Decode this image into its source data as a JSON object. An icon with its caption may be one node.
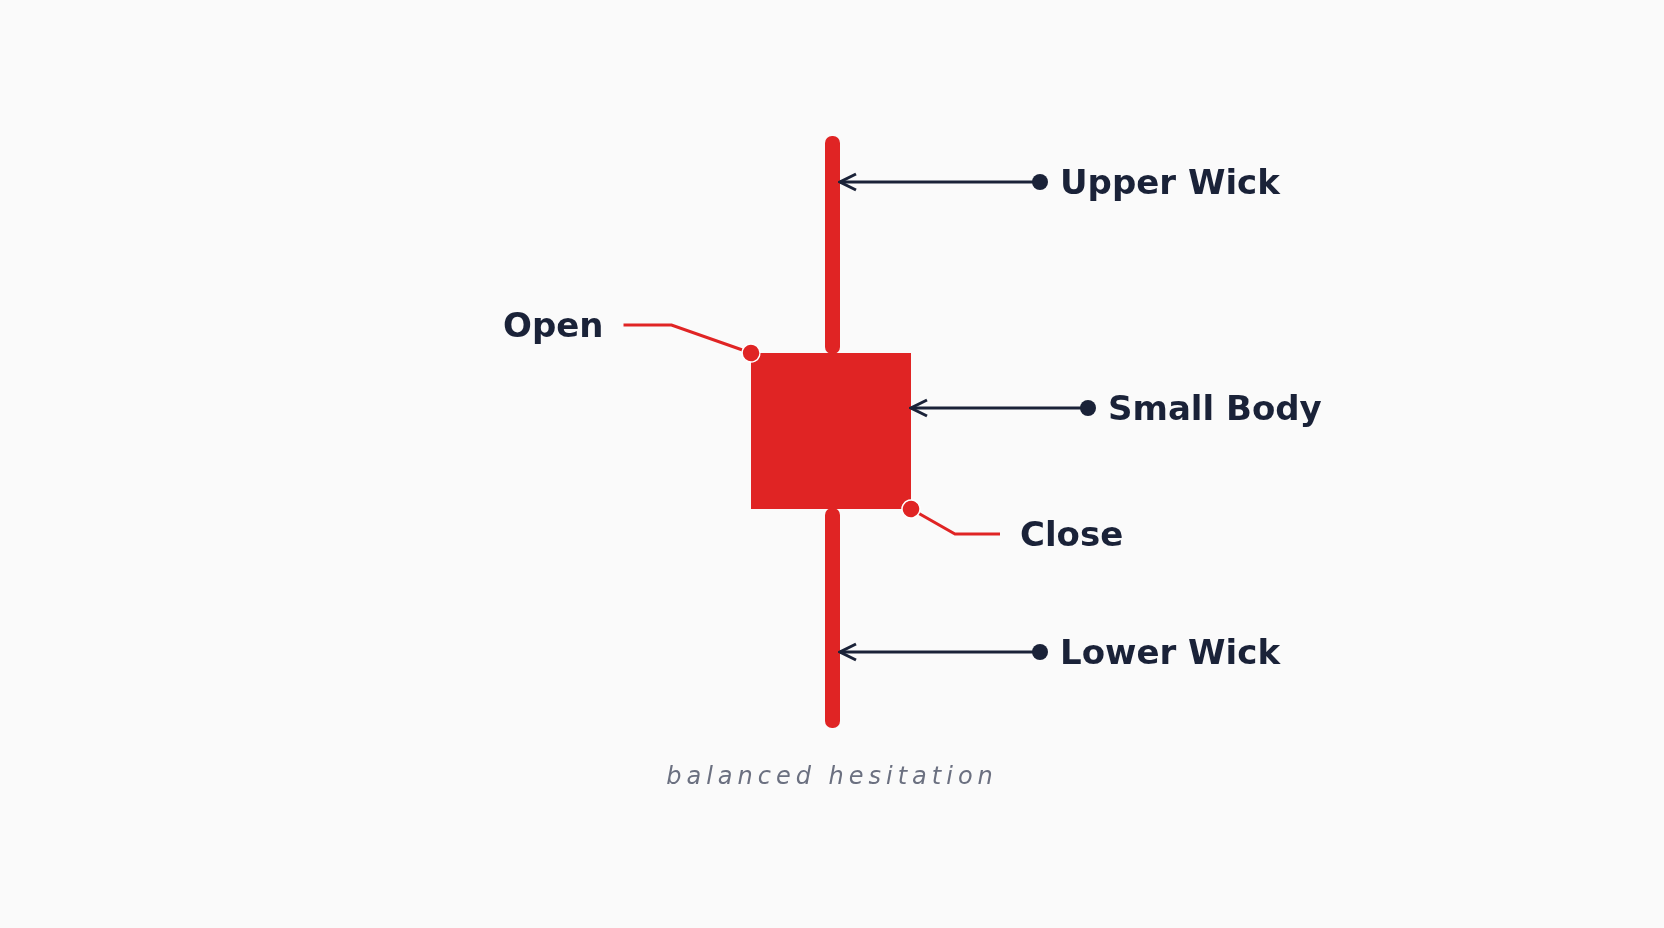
{
  "diagram": {
    "caption": "balanced hesitation",
    "nodes": [
      {
        "text": [
          "Upper Wick"
        ]
      },
      {
        "text": [],
        "shape": "bar"
      },
      {
        "text": [
          "Open"
        ]
      },
      {
        "text": [
          "Small Body"
        ]
      },
      {
        "text": [],
        "shape": "box"
      },
      {
        "text": [
          "Close"
        ]
      },
      {
        "text": [
          "Lower Wick"
        ]
      },
      {
        "text": [],
        "shape": "bar"
      }
    ],
    "edges": [
      {
        "from": 0,
        "to": 1,
        "arrow": "to"
      },
      {
        "from": 2,
        "to": 4,
        "arrow": "other",
        "color": "#e02424"
      },
      {
        "from": 3,
        "to": 4,
        "arrow": "to"
      },
      {
        "from": 5,
        "to": 4,
        "arrow": "other",
        "color": "#e02424"
      },
      {
        "from": 6,
        "to": 7,
        "arrow": "to"
      }
    ]
  }
}
